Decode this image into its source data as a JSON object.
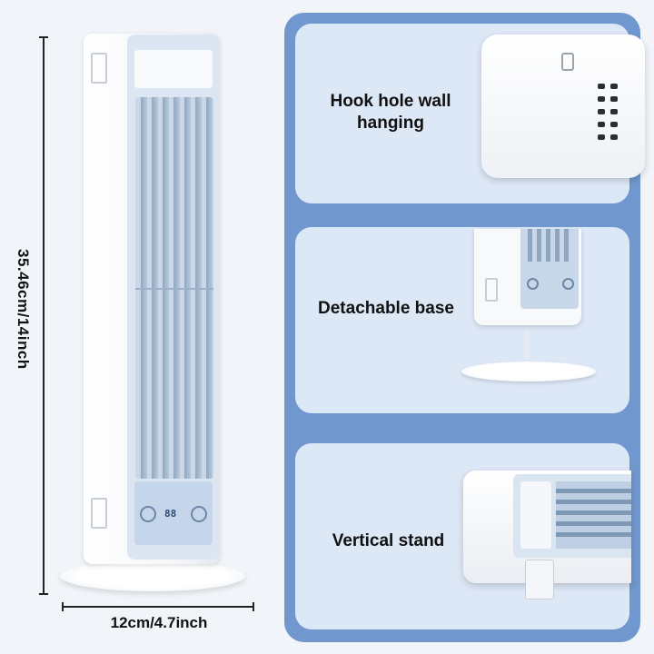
{
  "dimensions": {
    "height_label": "35.46cm/14inch",
    "width_label": "12cm/4.7inch"
  },
  "fan_display": {
    "reading": "88"
  },
  "features": [
    {
      "caption": "Hook hole wall hanging",
      "icon": "hook-hole-detail"
    },
    {
      "caption": "Detachable base",
      "icon": "detachable-base-detail"
    },
    {
      "caption": "Vertical stand",
      "icon": "vertical-stand-detail"
    }
  ],
  "colors": {
    "frame_blue": "#7197cf",
    "card_bg": "#dde8f7",
    "fan_accent": "#c9d7e8"
  }
}
